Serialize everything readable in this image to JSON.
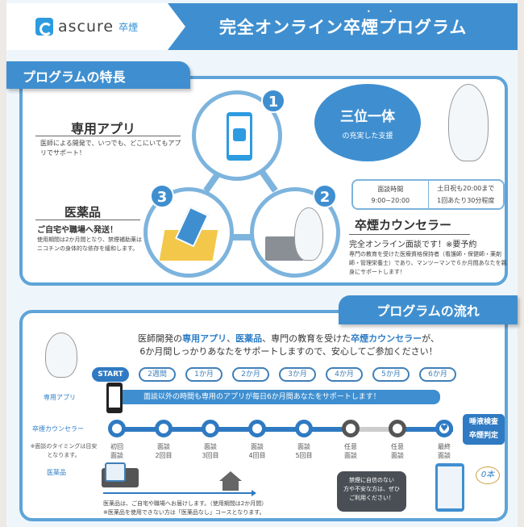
{
  "header": {
    "logo_text": "ascure",
    "logo_sub": "卒煙",
    "title": "完全オンライン卒煙プログラム",
    "title_dots": "• •"
  },
  "features": {
    "section_title": "プログラムの特長",
    "burst": {
      "main": "三位一体",
      "sub": "の充実した支援"
    },
    "items": [
      {
        "number": "1",
        "title": "専用アプリ",
        "desc": "医師による開発で、いつでも、どこにいてもアプリでサポート！"
      },
      {
        "number": "2",
        "title": "卒煙カウンセラー",
        "subtitle": "完全オンライン面談です！※要予約",
        "desc": "専門の教育を受けた医療資格保持者（看護師・保健師・薬剤師・管理栄養士）であり、マンツーマンで６か月間あなたを親身にサポートします！"
      },
      {
        "number": "3",
        "title": "医薬品",
        "subtitle": "ご自宅や職場へ発送！",
        "desc": "使用期間は2か月間となり、禁煙補助薬はニコチンの身体的な依存を緩和します。"
      }
    ],
    "hours": {
      "label": "面談時間",
      "time": "9:00~20:00",
      "weekend": "土日祝も20:00まで",
      "duration": "1回あたり30分程度"
    }
  },
  "flow": {
    "section_title": "プログラムの流れ",
    "intro_line1_parts": [
      "医師開発の",
      "専用アプリ",
      "、",
      "医薬品",
      "、専門の教育を受けた",
      "卒煙カウンセラー",
      "が、"
    ],
    "intro_line2": "6か月間しっかりあなたをサポートしますので、安心してご参加ください！",
    "periods": [
      "START",
      "2週間",
      "1か月",
      "2か月",
      "3か月",
      "4か月",
      "5か月",
      "6か月"
    ],
    "row_labels": {
      "app": "専用アプリ",
      "counselor": "卒煙カウンセラー",
      "medicine": "医薬品"
    },
    "app_bar": "面談以外の時間も専用のアプリが毎日6か月間あなたをサポートします！",
    "timing_note": "※面談のタイミングは目安となります。",
    "sessions": [
      {
        "l1": "初回",
        "l2": "面談"
      },
      {
        "l1": "面談",
        "l2": "2回目"
      },
      {
        "l1": "面談",
        "l2": "3回目"
      },
      {
        "l1": "面談",
        "l2": "4回目"
      },
      {
        "l1": "面談",
        "l2": "5回目"
      },
      {
        "l1": "任意",
        "l2": "面談"
      },
      {
        "l1": "任意",
        "l2": "面談"
      },
      {
        "l1": "最終",
        "l2": "面談"
      }
    ],
    "badge": {
      "l1": "唾液検査",
      "l2": "卒煙判定"
    },
    "medicine_desc1": "医薬品は、ご自宅や職場へお届けします。（使用期間は2か月間）",
    "medicine_desc2": "※医薬品を使用できない方は「医薬品なし」コースとなります。",
    "callout": {
      "l1": "禁煙に自信のない",
      "l2": "方や不安な方は、ぜひ",
      "l3": "ご利用ください！"
    },
    "zero_label": "0本"
  },
  "colors": {
    "primary": "#3f8fd0",
    "dark": "#2f7ac2",
    "border": "#5ea4d8",
    "gray": "#4a4f55"
  }
}
